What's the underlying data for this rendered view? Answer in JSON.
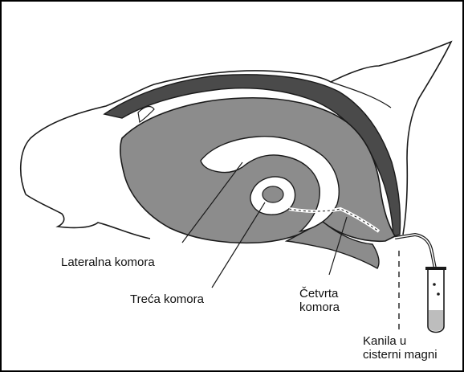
{
  "labels": {
    "lateral_ventricle": "Lateralna komora",
    "third_ventricle": "Treća komora",
    "fourth_ventricle_line1": "Četvrta",
    "fourth_ventricle_line2": "komora",
    "cannula_line1": "Kanila u",
    "cannula_line2": "cisterni magni"
  },
  "colors": {
    "brain_gray": "#8c8c8c",
    "dark_band": "#4a4a4a",
    "outline": "#1a1a1a",
    "background": "#ffffff"
  }
}
